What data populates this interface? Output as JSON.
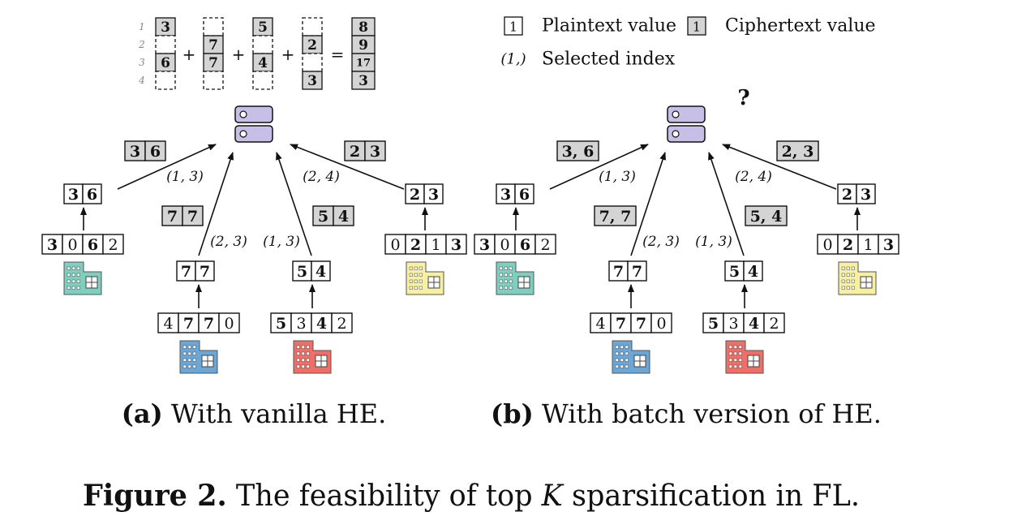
{
  "top_example": {
    "row_numbers": [
      "1",
      "2",
      "3",
      "4"
    ],
    "columns": [
      [
        "3",
        "",
        "6",
        ""
      ],
      [
        "",
        "7",
        "7",
        ""
      ],
      [
        "5",
        "",
        "4",
        ""
      ],
      [
        "",
        "2",
        "",
        "3"
      ]
    ],
    "result": [
      "8",
      "9",
      "17",
      "3"
    ],
    "plus": "+",
    "equals": "="
  },
  "legend": {
    "plaintext_glyph": "1",
    "plaintext_label": "Plaintext value",
    "ciphertext_glyph": "1",
    "ciphertext_label": "Ciphertext value",
    "index_glyph": "(1,)",
    "index_label": "Selected index"
  },
  "panels": [
    {
      "id": "a",
      "caption_letter": "(a)",
      "caption_text": "With vanilla HE.",
      "server_question": "",
      "clients": [
        {
          "color": "#7ecfc0",
          "vector": [
            "3",
            "0",
            "6",
            "2"
          ],
          "bold": [
            true,
            false,
            true,
            false
          ],
          "sparse": [
            "3",
            "6"
          ],
          "index": "(1, 3)",
          "sent": [
            "3",
            "6"
          ]
        },
        {
          "color": "#6aa6d6",
          "vector": [
            "4",
            "7",
            "7",
            "0"
          ],
          "bold": [
            false,
            true,
            true,
            false
          ],
          "sparse": [
            "7",
            "7"
          ],
          "index": "(2, 3)",
          "sent": [
            "7",
            "7"
          ]
        },
        {
          "color": "#ef6f66",
          "vector": [
            "5",
            "3",
            "4",
            "2"
          ],
          "bold": [
            true,
            false,
            true,
            false
          ],
          "sparse": [
            "5",
            "4"
          ],
          "index": "(1, 3)",
          "sent": [
            "5",
            "4"
          ]
        },
        {
          "color": "#f7f0a0",
          "vector": [
            "0",
            "2",
            "1",
            "3"
          ],
          "bold": [
            false,
            true,
            false,
            true
          ],
          "sparse": [
            "2",
            "3"
          ],
          "index": "(2, 4)",
          "sent": [
            "2",
            "3"
          ]
        }
      ]
    },
    {
      "id": "b",
      "caption_letter": "(b)",
      "caption_text": "With batch version of HE.",
      "server_question": "?",
      "clients": [
        {
          "color": "#7ecfc0",
          "vector": [
            "3",
            "0",
            "6",
            "2"
          ],
          "bold": [
            true,
            false,
            true,
            false
          ],
          "sparse": [
            "3",
            "6"
          ],
          "index": "(1, 3)",
          "sent": [
            "3, 6"
          ]
        },
        {
          "color": "#6aa6d6",
          "vector": [
            "4",
            "7",
            "7",
            "0"
          ],
          "bold": [
            false,
            true,
            true,
            false
          ],
          "sparse": [
            "7",
            "7"
          ],
          "index": "(2, 3)",
          "sent": [
            "7, 7"
          ]
        },
        {
          "color": "#ef6f66",
          "vector": [
            "5",
            "3",
            "4",
            "2"
          ],
          "bold": [
            true,
            false,
            true,
            false
          ],
          "sparse": [
            "5",
            "4"
          ],
          "index": "(1, 3)",
          "sent": [
            "5, 4"
          ]
        },
        {
          "color": "#f7f0a0",
          "vector": [
            "0",
            "2",
            "1",
            "3"
          ],
          "bold": [
            false,
            true,
            false,
            true
          ],
          "sparse": [
            "2",
            "3"
          ],
          "index": "(2, 4)",
          "sent": [
            "2, 3"
          ]
        }
      ]
    }
  ],
  "figure_caption": {
    "label": "Figure 2.",
    "text_before": "The feasibility of top ",
    "k": "K",
    "text_after": " sparsification in FL."
  },
  "colors": {
    "cipher_fill": "#d4d4d4",
    "server_fill": "#c7bfe6",
    "stroke": "#111111"
  }
}
